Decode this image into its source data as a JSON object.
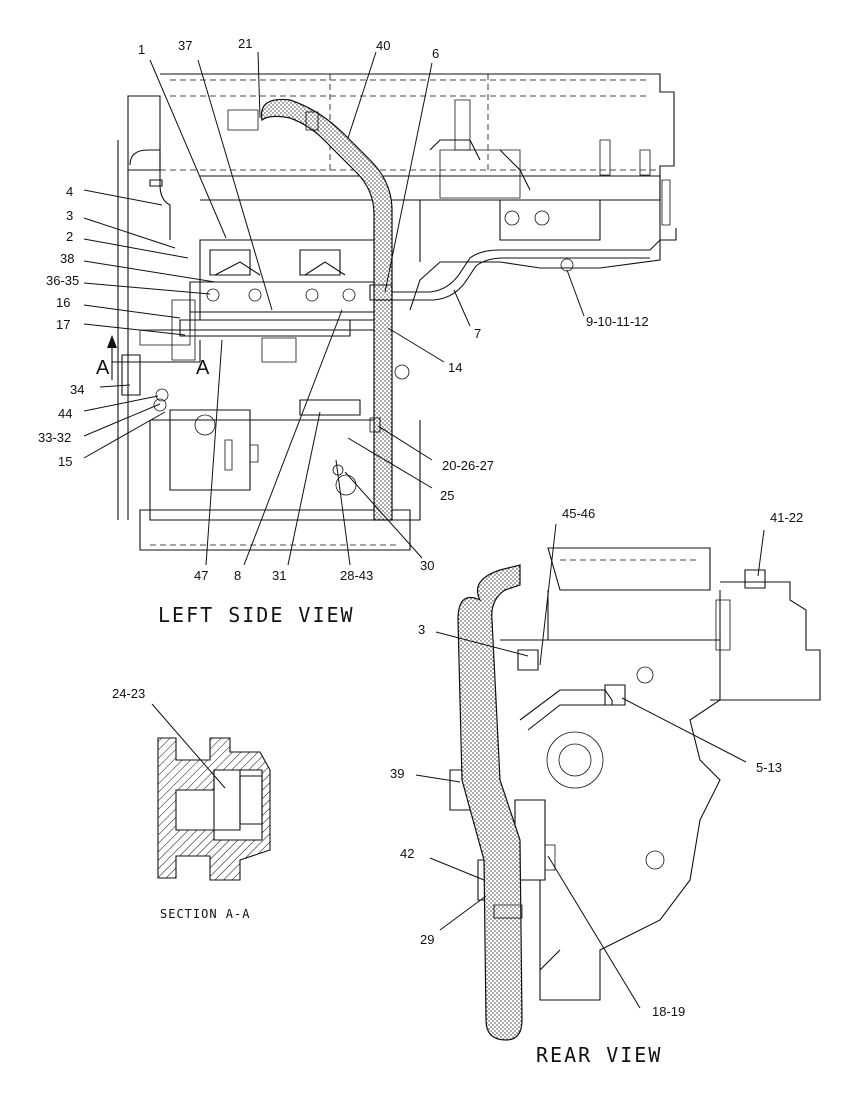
{
  "views": {
    "left_side": "LEFT SIDE VIEW",
    "rear": "REAR VIEW",
    "section": "SECTION A-A"
  },
  "section_marker": "A",
  "callouts_left": [
    "1",
    "37",
    "21",
    "40",
    "6",
    "4",
    "3",
    "2",
    "38",
    "36-35",
    "16",
    "17",
    "34",
    "44",
    "33-32",
    "15",
    "9-10-11-12",
    "7",
    "14",
    "20-26-27",
    "25",
    "30",
    "28-43",
    "31",
    "8",
    "47"
  ],
  "callouts_rear": [
    "45-46",
    "41-22",
    "3",
    "5-13",
    "39",
    "42",
    "29",
    "18-19"
  ],
  "callouts_section": [
    "24-23"
  ]
}
